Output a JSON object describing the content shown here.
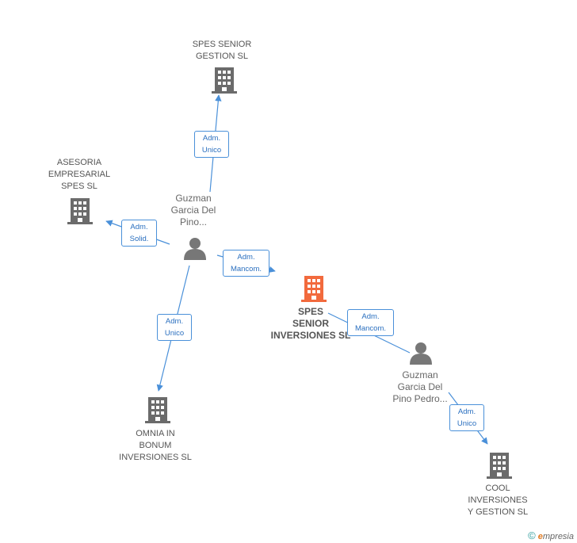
{
  "colors": {
    "edge": "#4a90d9",
    "building": "#6b6b6b",
    "building_main": "#f26a3d",
    "person": "#777777"
  },
  "nodes": {
    "spes_gestion": {
      "lines": [
        "SPES SENIOR",
        "GESTION SL"
      ],
      "icon": "building-icon"
    },
    "asesoria": {
      "lines": [
        "ASESORIA",
        "EMPRESARIAL",
        "SPES SL"
      ],
      "icon": "building-icon"
    },
    "guzman1": {
      "lines": [
        "Guzman",
        "Garcia Del",
        "Pino..."
      ],
      "icon": "person-icon"
    },
    "spes_inversiones": {
      "lines": [
        "SPES",
        "SENIOR",
        "INVERSIONES SL"
      ],
      "icon": "building-icon"
    },
    "omnia": {
      "lines": [
        "OMNIA IN",
        "BONUM",
        "INVERSIONES SL"
      ],
      "icon": "building-icon"
    },
    "guzman2": {
      "lines": [
        "Guzman",
        "Garcia Del",
        "Pino Pedro..."
      ],
      "icon": "person-icon"
    },
    "cool": {
      "lines": [
        "COOL",
        "INVERSIONES",
        "Y GESTION SL"
      ],
      "icon": "building-icon"
    }
  },
  "edges": {
    "e1": {
      "lines": [
        "Adm.",
        "Unico"
      ]
    },
    "e2": {
      "lines": [
        "Adm.",
        "Solid."
      ]
    },
    "e3": {
      "lines": [
        "Adm.",
        "Mancom."
      ]
    },
    "e4": {
      "lines": [
        "Adm.",
        "Unico"
      ]
    },
    "e5": {
      "lines": [
        "Adm.",
        "Mancom."
      ]
    },
    "e6": {
      "lines": [
        "Adm.",
        "Unico"
      ]
    }
  },
  "footer": {
    "copyright": "©",
    "brand_e": "e",
    "brand_rest": "mpresia"
  }
}
